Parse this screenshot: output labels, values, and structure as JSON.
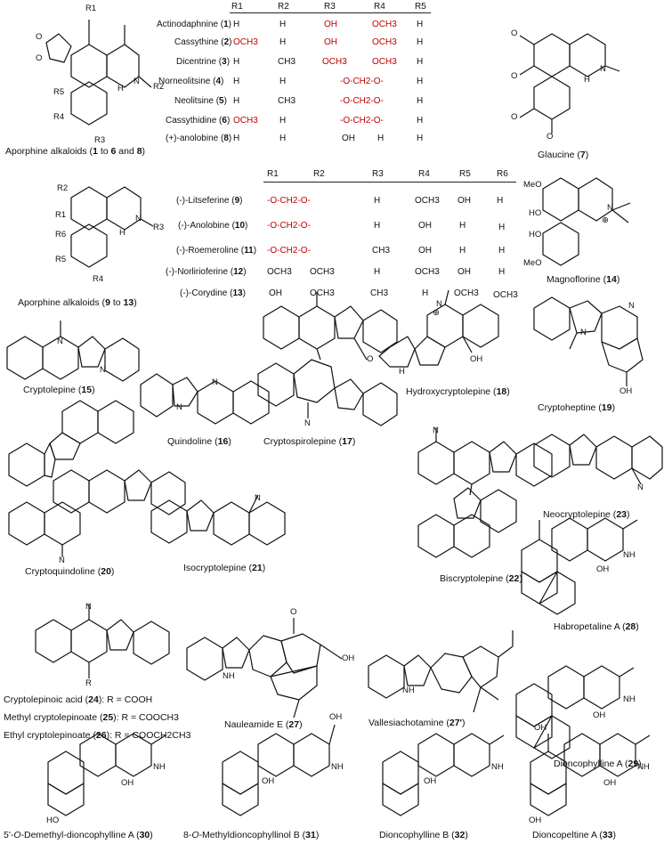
{
  "table1": {
    "headers": [
      "R1",
      "R2",
      "R3",
      "R4",
      "R5"
    ],
    "rows": [
      {
        "name": "Actinodaphnine",
        "num": "1",
        "vals": [
          "H",
          "H",
          "OH",
          "OCH3",
          "H"
        ]
      },
      {
        "name": "Cassythine",
        "num": "2",
        "vals": [
          "OCH3",
          "H",
          "OH",
          "OCH3",
          "H"
        ]
      },
      {
        "name": "Dicentrine",
        "num": "3",
        "vals": [
          "H",
          "CH3",
          "OCH3",
          "OCH3",
          "H"
        ]
      },
      {
        "name": "Norneolitsine",
        "num": "4",
        "vals": [
          "H",
          "H",
          "-O-CH2-O-",
          "",
          "H"
        ]
      },
      {
        "name": "Neolitsine",
        "num": "5",
        "vals": [
          "H",
          "CH3",
          "-O-CH2-O-",
          "",
          "H"
        ]
      },
      {
        "name": "Cassythidine",
        "num": "6",
        "vals": [
          "OCH3",
          "H",
          "-O-CH2-O-",
          "",
          "H"
        ]
      },
      {
        "name": "(+)-anolobine",
        "num": "8",
        "vals": [
          "H",
          "H",
          "OH",
          "H",
          "H"
        ]
      }
    ]
  },
  "table2": {
    "headers": [
      "R1",
      "R2",
      "R3",
      "R4",
      "R5",
      "R6"
    ],
    "rows": [
      {
        "name": "(-)-Litseferine",
        "num": "9",
        "vals": [
          "-O-CH2-O-",
          "",
          "H",
          "OCH3",
          "OH",
          "H"
        ]
      },
      {
        "name": "(-)-Anolobine",
        "num": "10",
        "vals": [
          "-O-CH2-O-",
          "",
          "H",
          "OH",
          "H",
          "H"
        ]
      },
      {
        "name": "(-)-Roemeroline",
        "num": "11",
        "vals": [
          "-O-CH2-O-",
          "",
          "CH3",
          "OH",
          "H",
          "H"
        ]
      },
      {
        "name": "(-)-Norlirioferine",
        "num": "12",
        "vals": [
          "OCH3",
          "OCH3",
          "H",
          "OCH3",
          "OH",
          "H"
        ]
      },
      {
        "name": "(-)-Corydine",
        "num": "13",
        "vals": [
          "OH",
          "OCH3",
          "CH3",
          "H",
          "OCH3",
          "OCH3"
        ]
      }
    ]
  },
  "compounds": {
    "aporphine_a": {
      "pre": "Aporphine alkaloids (",
      "n1": "1",
      "mid": " to ",
      "n2": "6",
      "mid2": " and ",
      "n3": "8",
      "post": ")"
    },
    "glaucine": {
      "name": "Glaucine",
      "num": "7"
    },
    "aporphine_b": {
      "pre": "Aporphine alkaloids (",
      "n1": "9",
      "mid": " to ",
      "n2": "13",
      "post": ")"
    },
    "magnoflorine": {
      "name": "Magnoflorine",
      "num": "14"
    },
    "cryptolepine": {
      "name": "Cryptolepine",
      "num": "15"
    },
    "quindoline": {
      "name": "Quindoline",
      "num": "16"
    },
    "cryptospirolepine": {
      "name": "Cryptospirolepine",
      "num": "17"
    },
    "hydroxycryptolepine": {
      "name": "Hydroxycryptolepine",
      "num": "18"
    },
    "cryptoheptine": {
      "name": "Cryptoheptine",
      "num": "19"
    },
    "cryptoquindoline": {
      "name": "Cryptoquindoline",
      "num": "20"
    },
    "isocryptolepine": {
      "name": "Isocryptolepine",
      "num": "21"
    },
    "biscryptolepine": {
      "name": "Biscryptolepine",
      "num": "22"
    },
    "neocryptolepine": {
      "name": "Neocryptolepine",
      "num": "23"
    },
    "cryptolepinoic": {
      "name": "Cryptolepinoic acid",
      "num": "24",
      "r": ": R = COOH"
    },
    "methyl_crypt": {
      "name": "Methyl cryptolepinoate",
      "num": "25",
      "r": ": R = COOCH3"
    },
    "ethyl_crypt": {
      "name": "Ethyl cryptolepinoate",
      "num": "26",
      "r": ": R = COOCH2CH3"
    },
    "nauleamide": {
      "name": "Nauleamide E",
      "num": "27"
    },
    "vallesiachotamine": {
      "name": "Vallesiachotamine",
      "num": "27'"
    },
    "habropetaline": {
      "name": "Habropetaline A",
      "num": "28"
    },
    "dioncophylline_a": {
      "name": "Dioncophylline A",
      "num": "29"
    },
    "demethyl": {
      "pre": "5'-",
      "it": "O",
      "name": "-Demethyl-dioncophylline A",
      "num": "30"
    },
    "methyldion": {
      "pre": "8-",
      "it": "O",
      "name": "-Methyldioncophyllinol B",
      "num": "31"
    },
    "dioncophylline_b": {
      "name": "Dioncophylline B",
      "num": "32"
    },
    "dioncopeltine": {
      "name": "Dioncopeltine A",
      "num": "33"
    }
  },
  "atoms": {
    "r1": "R1",
    "r2": "R2",
    "r3": "R3",
    "r4": "R4",
    "r5": "R5",
    "r6": "R6",
    "n": "N",
    "h": "H",
    "nh": "NH",
    "oh": "OH",
    "o": "O",
    "meo": "MeO",
    "ho": "HO",
    "r": "R",
    "plus": "⊕"
  },
  "colors": {
    "heteroatom_red": "#c00000",
    "bond": "#111111"
  }
}
